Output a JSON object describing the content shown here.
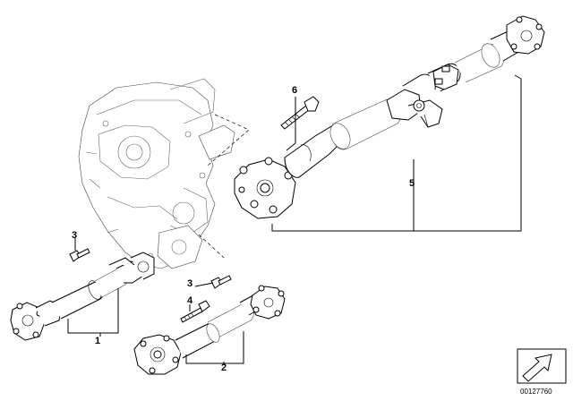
{
  "callouts": {
    "c1": "1",
    "c2": "2",
    "c3a": "3",
    "c3b": "3",
    "c4": "4",
    "c5": "5",
    "c6": "6"
  },
  "document_number": "00127760"
}
